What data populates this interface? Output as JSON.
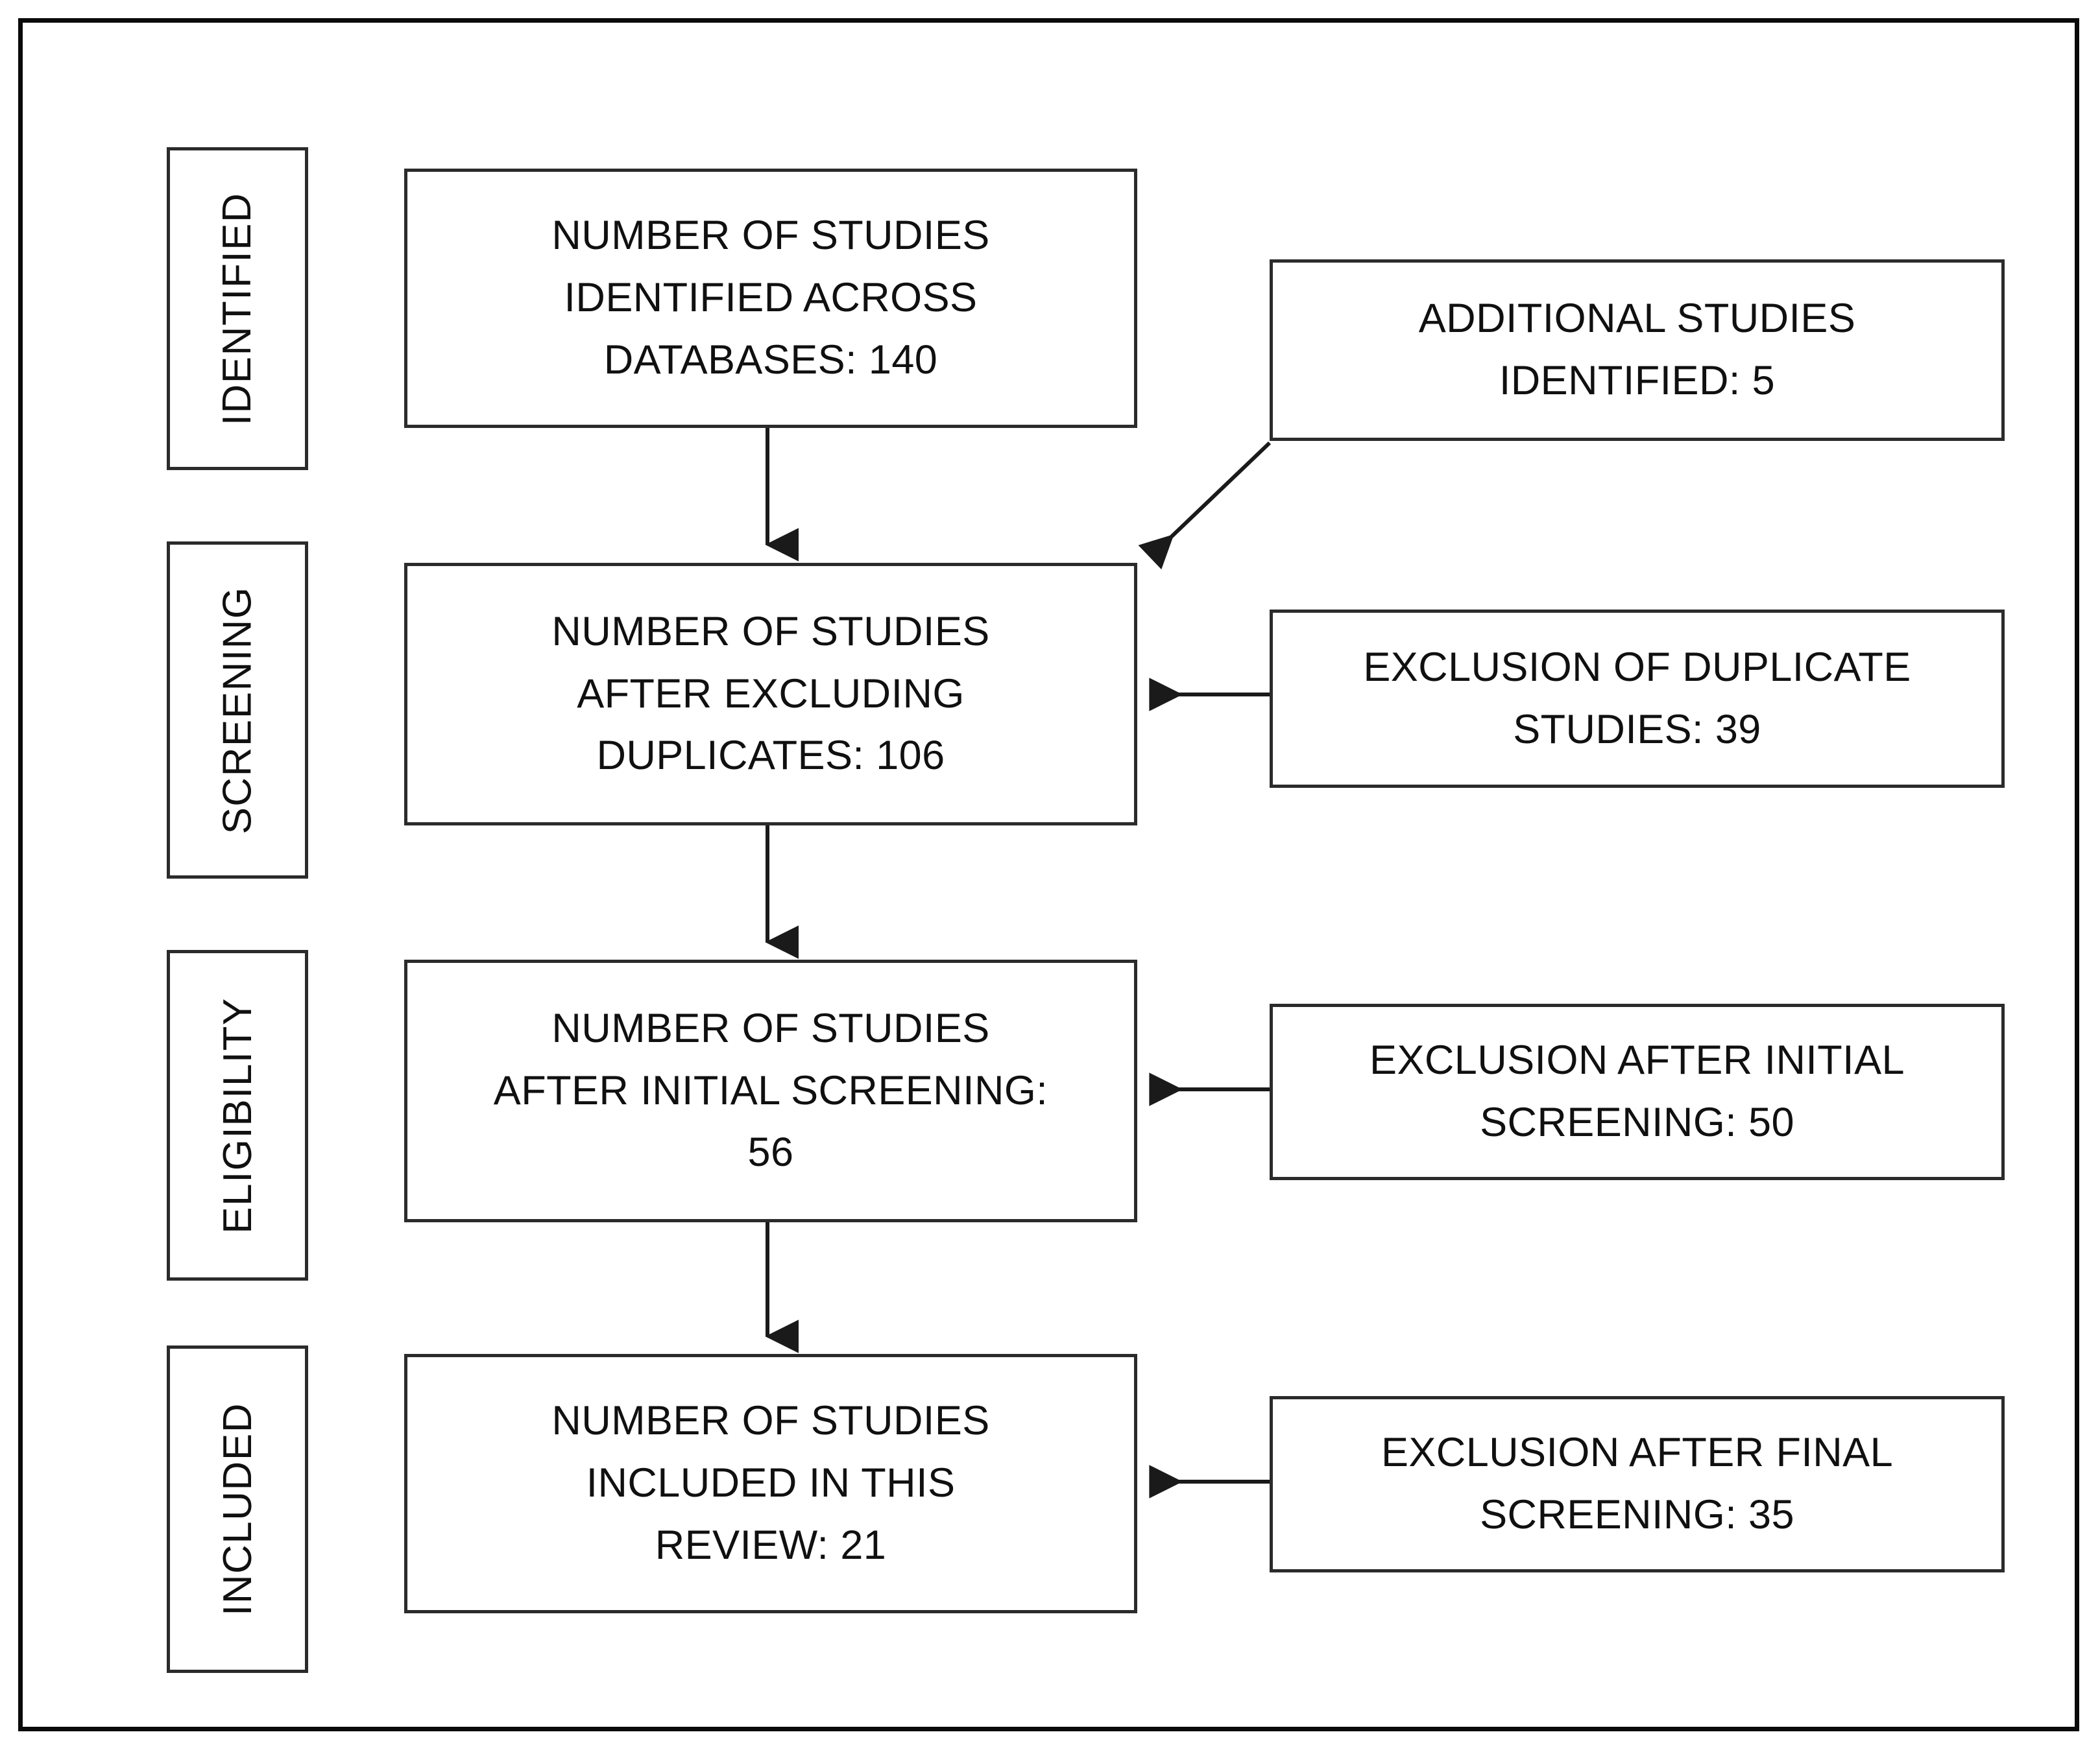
{
  "diagram": {
    "type": "prisma-flow-diagram",
    "stages": [
      {
        "key": "identified",
        "label": "IDENTIFIED"
      },
      {
        "key": "screening",
        "label": "SCREENING"
      },
      {
        "key": "eligibility",
        "label": "ELIGIBILITY"
      },
      {
        "key": "included",
        "label": "INCLUDED"
      }
    ],
    "main_nodes": [
      {
        "key": "identified",
        "text": "NUMBER OF STUDIES\nIDENTIFIED ACROSS\nDATABASES: 140",
        "count": 140
      },
      {
        "key": "screening",
        "text": "NUMBER OF STUDIES\nAFTER EXCLUDING\nDUPLICATES: 106",
        "count": 106
      },
      {
        "key": "eligibility",
        "text": "NUMBER OF STUDIES\nAFTER INITIAL SCREENING:\n56",
        "count": 56
      },
      {
        "key": "included",
        "text": "NUMBER OF STUDIES\nINCLUDED IN THIS\nREVIEW: 21",
        "count": 21
      }
    ],
    "side_nodes": [
      {
        "key": "additional",
        "text": "ADDITIONAL STUDIES\nIDENTIFIED: 5",
        "count": 5
      },
      {
        "key": "excl_dup",
        "text": "EXCLUSION OF DUPLICATE\nSTUDIES: 39",
        "count": 39
      },
      {
        "key": "excl_initial",
        "text": "EXCLUSION AFTER INITIAL\nSCREENING: 50",
        "count": 50
      },
      {
        "key": "excl_final",
        "text": "EXCLUSION AFTER FINAL\nSCREENING: 35",
        "count": 35
      }
    ],
    "colors": {
      "frame_border": "#0a0a0a",
      "box_border": "#2b2b2b",
      "text": "#101010",
      "background": "#ffffff",
      "connector": "#1a1a1a"
    }
  }
}
